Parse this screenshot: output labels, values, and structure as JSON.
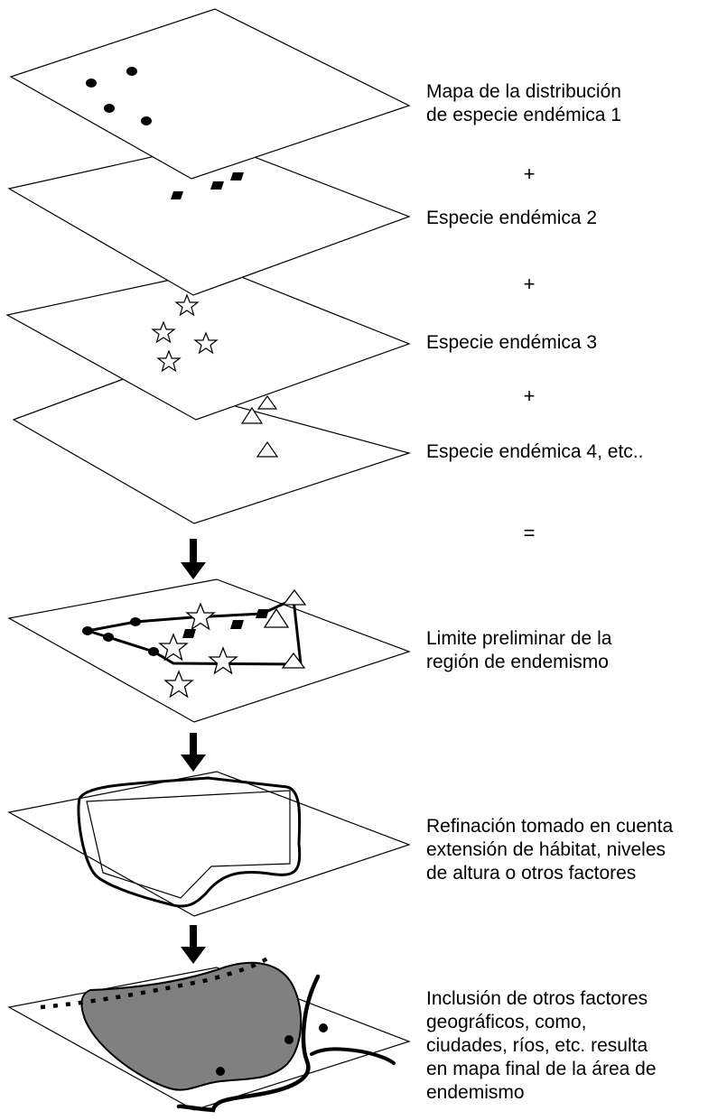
{
  "labels": {
    "species1": [
      "Mapa de la distribución",
      "de especie endémica 1"
    ],
    "species2": "Especie endémica 2",
    "species3": "Especie endémica 3",
    "species4": "Especie endémica 4, etc..",
    "preliminary": [
      "Limite preliminar de la",
      "región de endemismo"
    ],
    "refinement": [
      "Refinación tomado en cuenta",
      "extensión de hábitat, niveles",
      "de altura o otros factores"
    ],
    "final": [
      "Inclusión de otros factores",
      "geográficos, como,",
      "ciudades, ríos, etc. resulta",
      "en mapa final de la área de",
      "endemismo"
    ]
  },
  "operators": {
    "plus1": "+",
    "plus2": "+",
    "plus3": "+",
    "equals": "="
  },
  "colors": {
    "line": "#000000",
    "region_fill": "#808080",
    "background": "#ffffff"
  }
}
